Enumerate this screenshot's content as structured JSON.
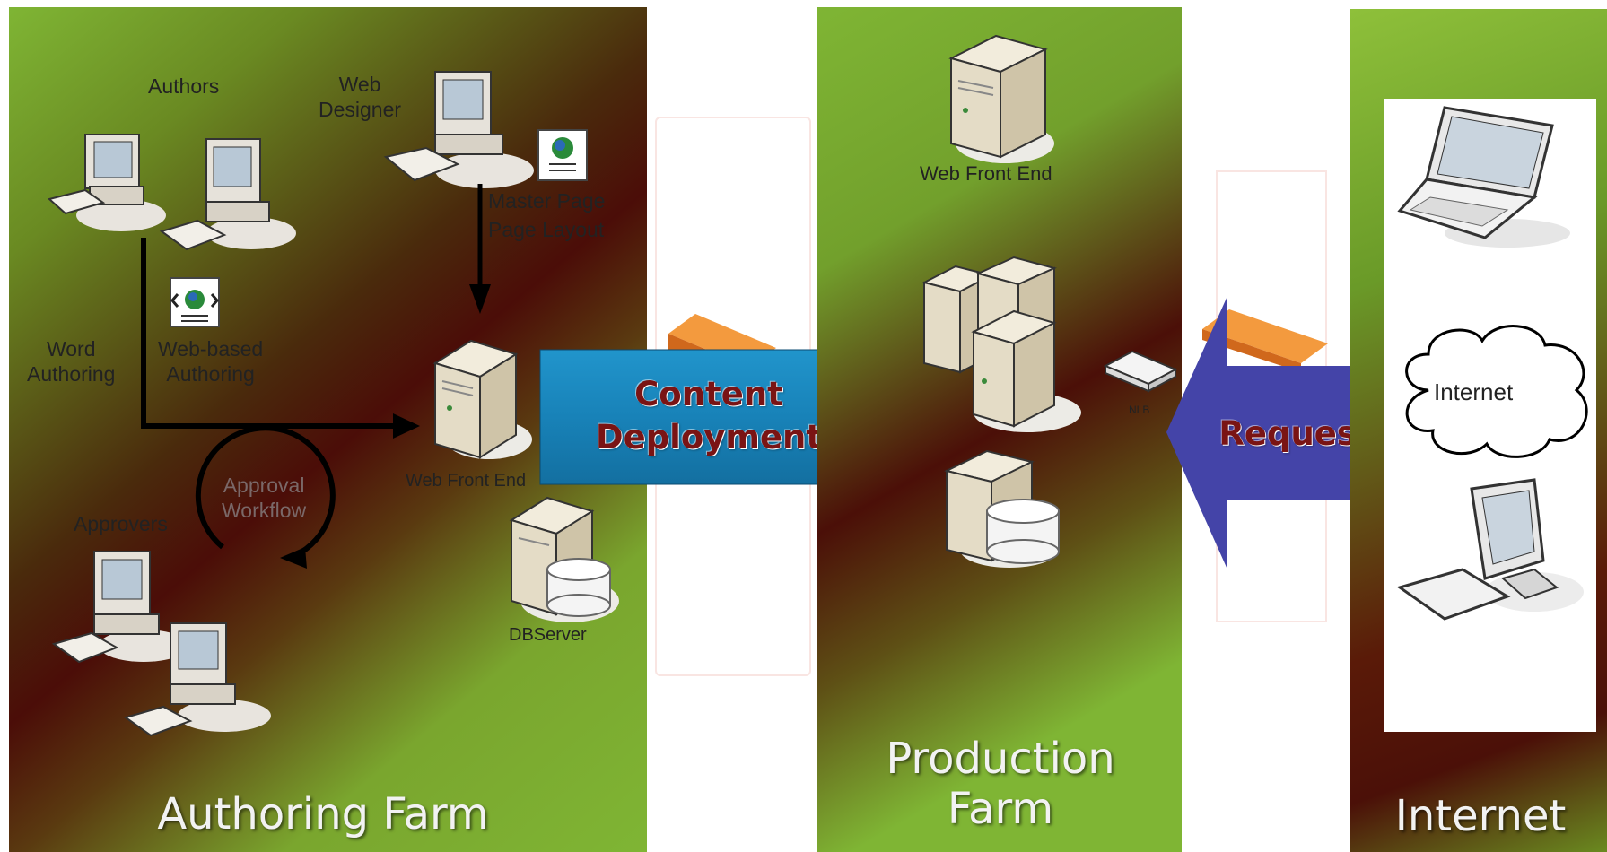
{
  "authoring_farm": {
    "title": "Authoring Farm",
    "authors_label": "Authors",
    "web_designer_label": "Web\nDesigner",
    "master_page_label": "Master Page",
    "page_layout_label": "Page Layout",
    "word_authoring_label": "Word\nAuthoring",
    "web_authoring_label": "Web-based\nAuthoring",
    "approval_label": "Approval\nWorkflow",
    "approvers_label": "Approvers",
    "wfe_label": "Web Front End",
    "db_label": "DBServer"
  },
  "content_deployment": {
    "label": "Content\nDeployment",
    "color": "#1a8ac0"
  },
  "production_farm": {
    "title": "Production\nFarm",
    "wfe_label": "Web Front End",
    "nlb_label": "NLB"
  },
  "requests": {
    "label": "Requests",
    "color": "#4444a8"
  },
  "internet_panel": {
    "title": "Internet",
    "cloud_label": "Internet"
  },
  "colors": {
    "green": "#7fb534",
    "maroon": "#4b0d08",
    "firewall": "#f08a30"
  },
  "icons": [
    "computer-icon",
    "server-icon",
    "database-server-icon",
    "document-icon",
    "laptop-icon",
    "cloud-icon",
    "nlb-icon",
    "firewall-icon"
  ]
}
